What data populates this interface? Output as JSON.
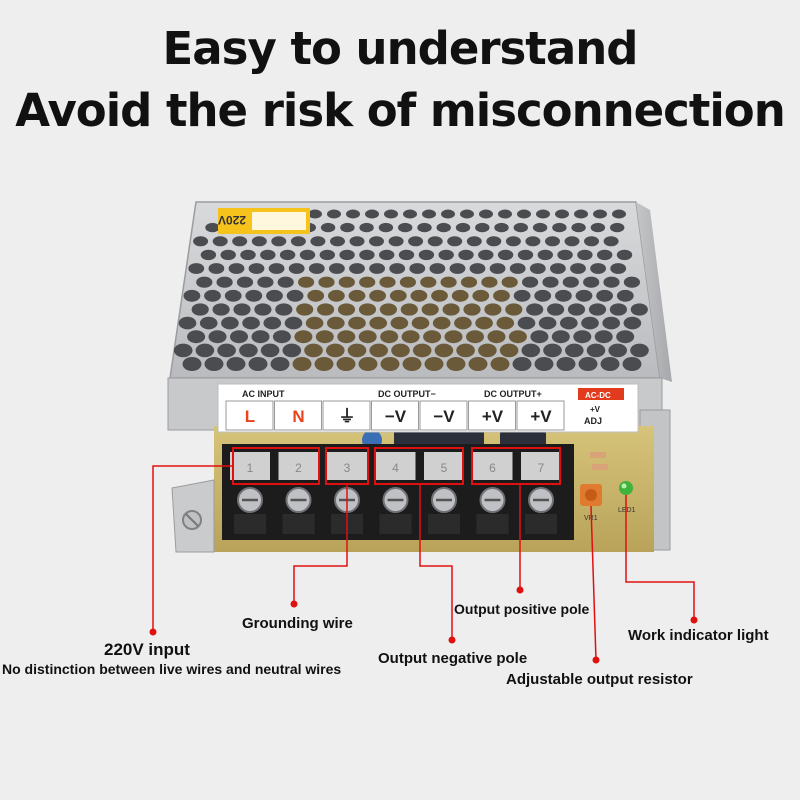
{
  "headline": {
    "line1": "Easy to understand",
    "line2": "Avoid the risk of misconnection"
  },
  "product": {
    "sticker_text": "220V",
    "label_bar": {
      "group_ac": "AC INPUT",
      "group_dc_neg": "DC OUTPUT−",
      "group_dc_pos": "DC OUTPUT+",
      "badge": "AC-DC",
      "adj_top": "+V",
      "adj_bottom": "ADJ"
    },
    "terminals": [
      {
        "symbol": "L",
        "number": "1",
        "color": "#e8431d"
      },
      {
        "symbol": "N",
        "number": "2",
        "color": "#e8431d"
      },
      {
        "symbol": "⏚",
        "number": "3",
        "color": "#222222"
      },
      {
        "symbol": "−V",
        "number": "4",
        "color": "#222222"
      },
      {
        "symbol": "−V",
        "number": "5",
        "color": "#222222"
      },
      {
        "symbol": "+V",
        "number": "6",
        "color": "#222222"
      },
      {
        "symbol": "+V",
        "number": "7",
        "color": "#222222"
      }
    ],
    "pcb_vr": "VR1",
    "pcb_led": "LED1"
  },
  "callouts": {
    "input_title": "220V input",
    "input_subtitle": "No distinction between live wires and neutral wires",
    "grounding": "Grounding wire",
    "negative": "Output negative pole",
    "positive": "Output positive pole",
    "resistor": "Adjustable output resistor",
    "indicator": "Work indicator light"
  },
  "colors": {
    "accent": "#e01010",
    "case": "#cfd1d3",
    "terminal_block": "#1c1c1c"
  }
}
